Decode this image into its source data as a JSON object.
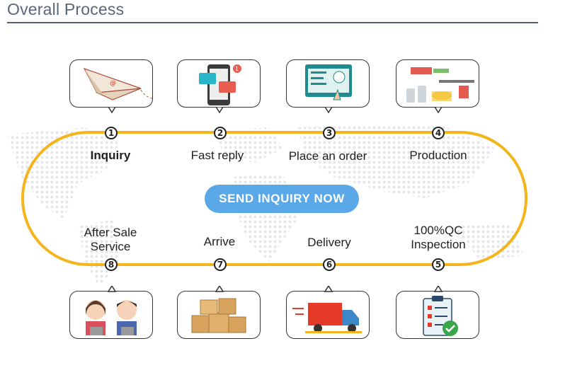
{
  "header": {
    "title": "Overall Process"
  },
  "cta": {
    "label": "SEND INQUIRY NOW"
  },
  "steps": [
    {
      "num": "1",
      "label": "Inquiry",
      "icon": "paper-plane-icon"
    },
    {
      "num": "2",
      "label": "Fast reply",
      "icon": "phone-chat-icon"
    },
    {
      "num": "3",
      "label": "Place an order",
      "icon": "online-order-icon"
    },
    {
      "num": "4",
      "label": "Production",
      "icon": "factory-line-icon"
    },
    {
      "num": "5",
      "label_line1": "100%QC",
      "label_line2": "Inspection",
      "icon": "qc-checklist-icon"
    },
    {
      "num": "6",
      "label": "Delivery",
      "icon": "delivery-truck-icon"
    },
    {
      "num": "7",
      "label": "Arrive",
      "icon": "boxes-icon"
    },
    {
      "num": "8",
      "label_line1": "After Sale",
      "label_line2": "Service",
      "icon": "customer-service-icon"
    }
  ],
  "colors": {
    "track": "#f3b51b",
    "cta_bg": "#5aa8e8",
    "title": "#5b6778"
  }
}
